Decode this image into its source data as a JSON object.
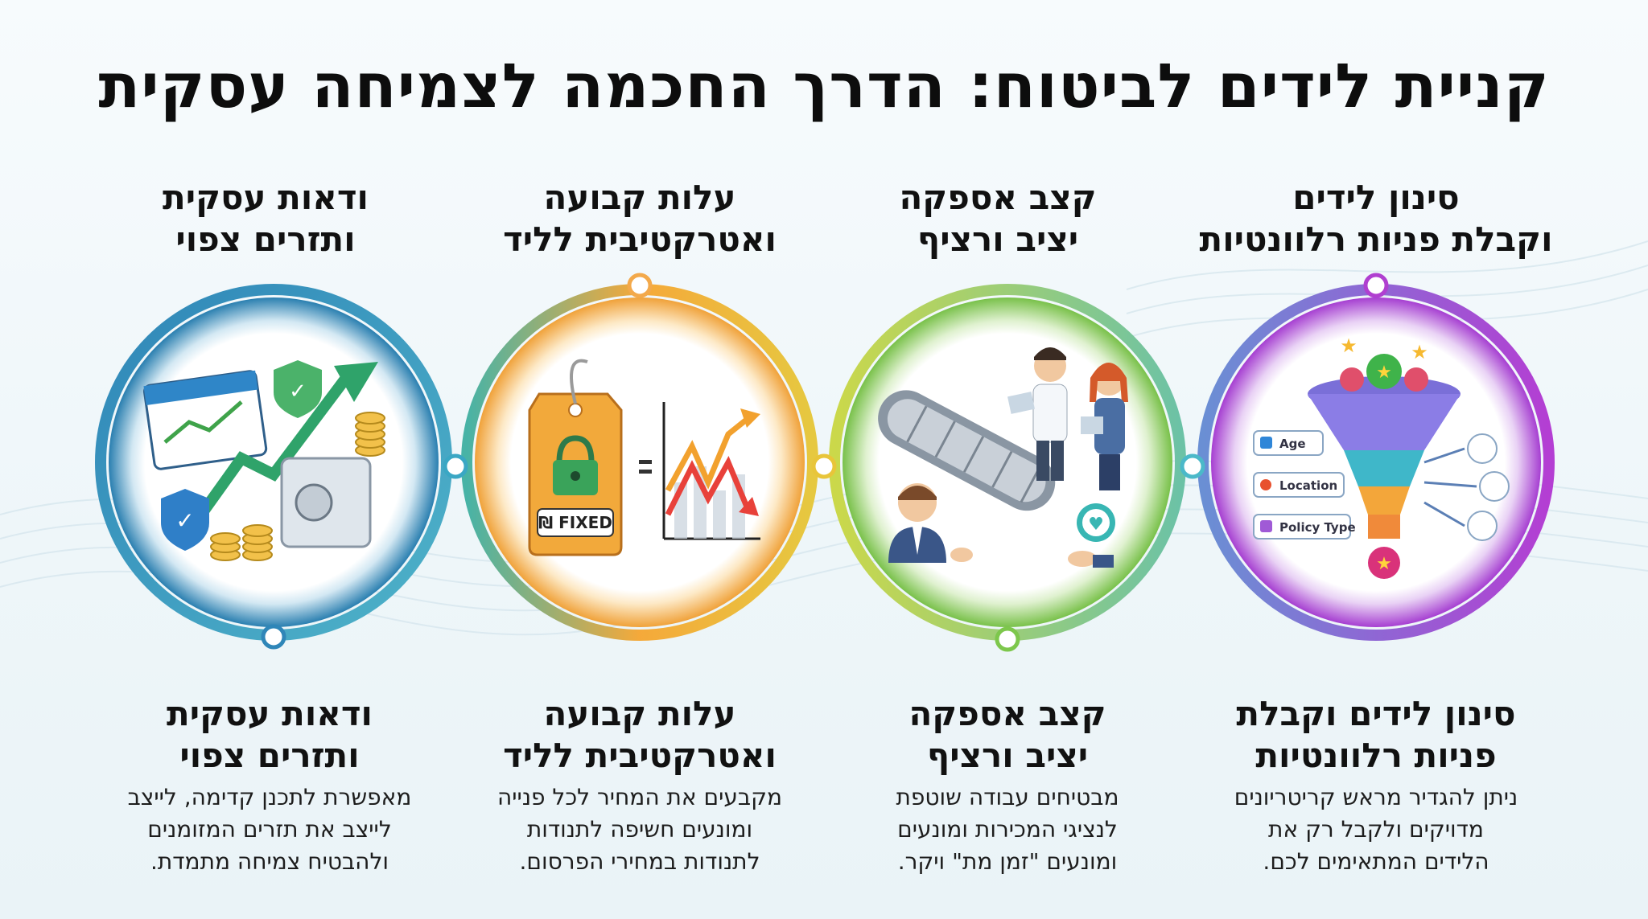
{
  "title": "קניית לידים לביטוח: הדרך החכמה לצמיחה עסקית",
  "steps": [
    {
      "top_lines": [
        "סינון לידים",
        "וקבלת פניות רלוונטיות"
      ],
      "bottom_lines": [
        "סינון לידים וקבלת",
        "פניות רלוונטיות"
      ],
      "desc_lines": [
        "ניתן להגדיר מראש קריטריונים",
        "מדויקים ולקבל רק את",
        "הלידים המתאימים לכם."
      ],
      "filter_labels": [
        "Age",
        "Location",
        "Policy Type"
      ],
      "color": "#a63fd1",
      "icon": "funnel-filter-icon"
    },
    {
      "top_lines": [
        "קצב אספקה",
        "יציב ורציף"
      ],
      "bottom_lines": [
        "קצב אספקה",
        "יציב ורציף"
      ],
      "desc_lines": [
        "מבטיחים עבודה שוטפת",
        "לנציגי המכירות ומונעים",
        "ומונעים \"זמן מת\" ויקר."
      ],
      "color": "#7cc44a",
      "icon": "conveyor-team-icon"
    },
    {
      "top_lines": [
        "עלות קבועה",
        "ואטרקטיבית לליד"
      ],
      "bottom_lines": [
        "עלות קבועה",
        "ואטרקטיבית לליד"
      ],
      "desc_lines": [
        "מקבעים את המחיר לכל פנייה",
        "ומונעים חשיפה לתנודות",
        "לתנודות במחירי הפרסום."
      ],
      "tag_label": "₪ FIXED",
      "color": "#f2a93b",
      "icon": "fixed-price-tag-icon"
    },
    {
      "top_lines": [
        "ודאות עסקית",
        "ותזרים צפוי"
      ],
      "bottom_lines": [
        "ודאות עסקית",
        "ותזרים צפוי"
      ],
      "desc_lines": [
        "מאפשרת לתכנן קדימה, לייצב",
        "לייצב את תזרים המזומנים",
        "ולהבטיח צמיחה מתמדת."
      ],
      "color": "#2f86b8",
      "icon": "growth-calendar-safe-icon"
    }
  ]
}
